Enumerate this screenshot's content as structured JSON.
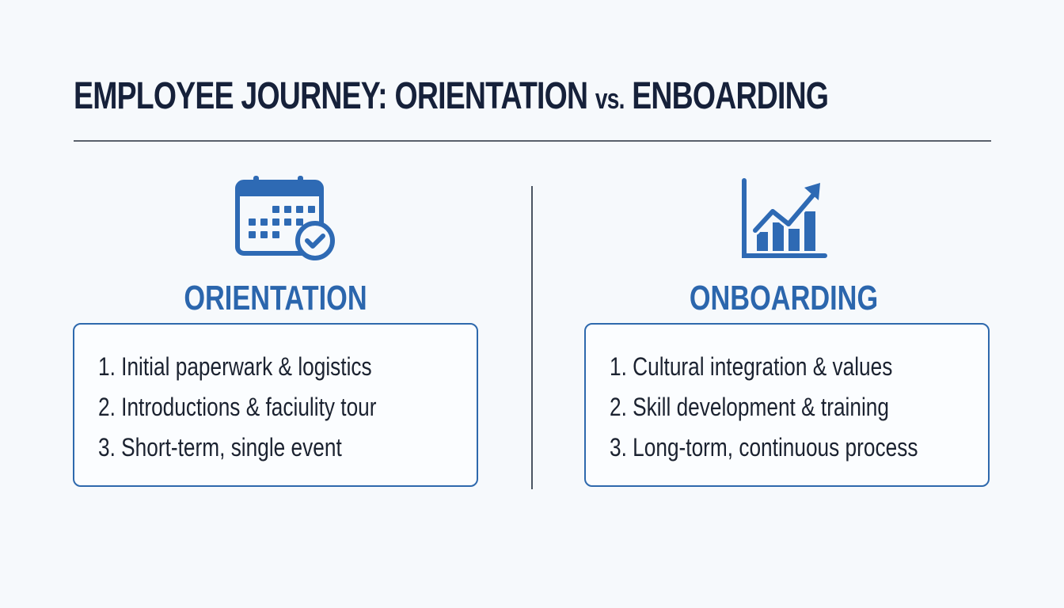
{
  "title": {
    "main": "EMPLOYEE JOURNEY: ORIENTATION ",
    "vs": "vs.",
    "tail": " ENBOARDING"
  },
  "left": {
    "icon": "calendar-check-icon",
    "heading": "ORIENTATION",
    "items": [
      "1. Initial paperwark & logistics",
      "2. Introductions & faciulity tour",
      "3. Short-term, single event"
    ]
  },
  "right": {
    "icon": "growth-chart-icon",
    "heading": "ONBOARDING",
    "items": [
      "1. Cultural integration & values",
      "2. Skill development & training",
      "3. Long-torm, continuous process"
    ]
  },
  "colors": {
    "accent": "#2b66ad",
    "title": "#16213a",
    "text": "#1b2230",
    "background": "#f6f9fc"
  }
}
